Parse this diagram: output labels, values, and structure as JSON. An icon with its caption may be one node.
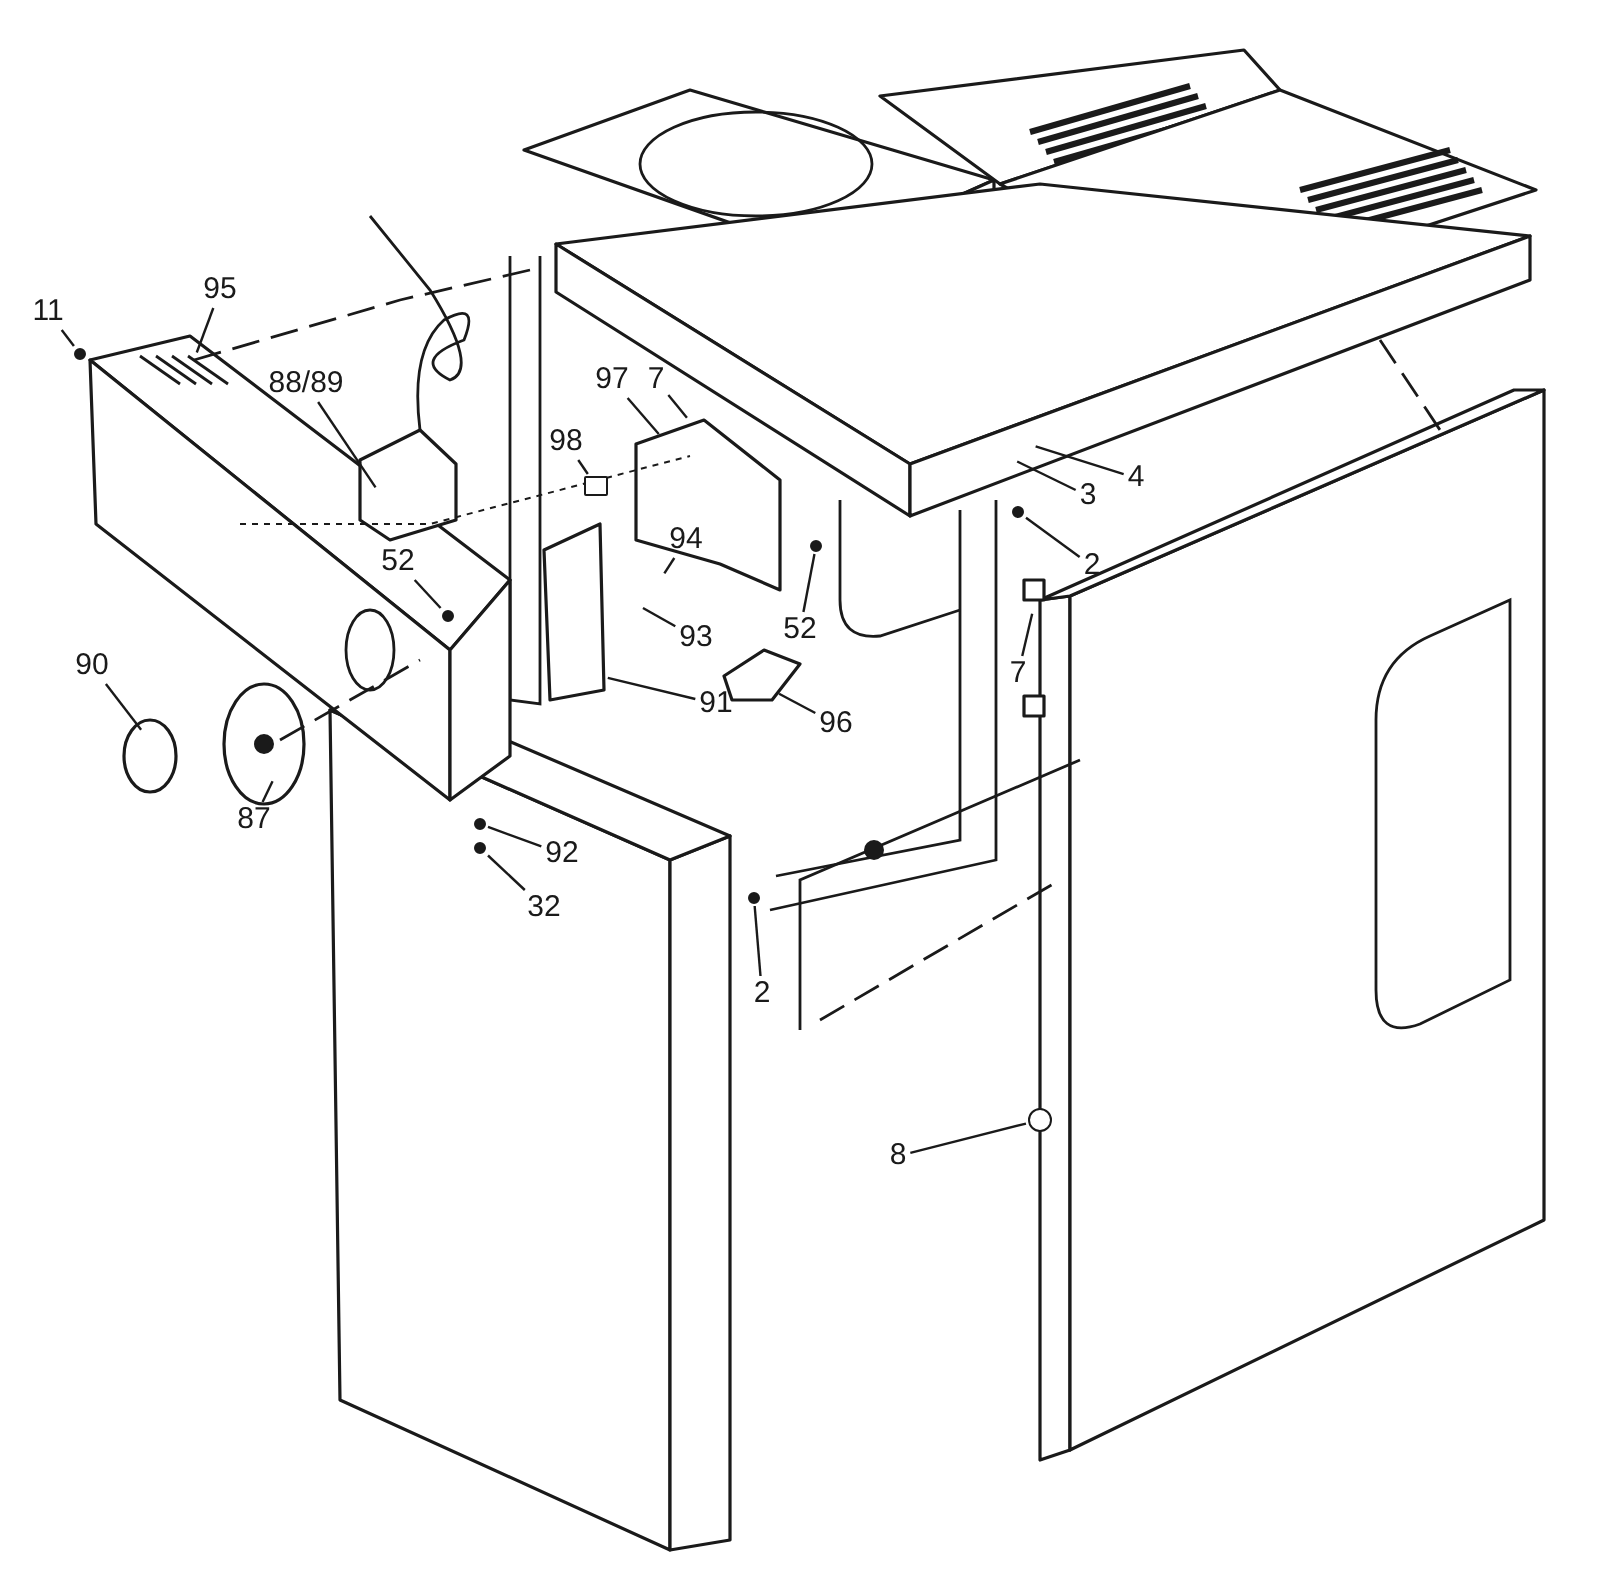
{
  "diagram": {
    "nodes": [
      {
        "text": [
          "11"
        ]
      },
      {
        "text": [
          "95"
        ]
      },
      {
        "text": [
          "88/89"
        ]
      },
      {
        "text": [
          "97"
        ]
      },
      {
        "text": [
          "7"
        ]
      },
      {
        "text": [
          "98"
        ]
      },
      {
        "text": [
          "94"
        ]
      },
      {
        "text": [
          "52"
        ]
      },
      {
        "text": [
          "52"
        ]
      },
      {
        "text": [
          "93"
        ]
      },
      {
        "text": [
          "91"
        ]
      },
      {
        "text": [
          "96"
        ]
      },
      {
        "text": [
          "90"
        ]
      },
      {
        "text": [
          "87"
        ]
      },
      {
        "text": [
          "92"
        ]
      },
      {
        "text": [
          "32"
        ]
      },
      {
        "text": [
          "4"
        ]
      },
      {
        "text": [
          "3"
        ]
      },
      {
        "text": [
          "2"
        ]
      },
      {
        "text": [
          "7"
        ]
      },
      {
        "text": [
          "2"
        ]
      },
      {
        "text": [
          "8"
        ]
      },
      {
        "text": [],
        "shape": "circle"
      },
      {
        "text": [],
        "shape": "box"
      },
      {
        "text": [],
        "shape": "circle"
      },
      {
        "text": [],
        "shape": "circle"
      },
      {
        "text": [],
        "shape": "circle"
      },
      {
        "text": [],
        "shape": "circle"
      },
      {
        "text": [],
        "shape": "circle"
      },
      {
        "text": [],
        "shape": "circle"
      },
      {
        "text": [],
        "shape": "circle"
      }
    ],
    "edges": [
      {
        "from": 0,
        "to": 22,
        "arrow": "none"
      },
      {
        "from": 1,
        "to": null,
        "arrow": "none"
      },
      {
        "from": 2,
        "to": null,
        "arrow": "none"
      },
      {
        "from": 3,
        "to": null,
        "arrow": "none"
      },
      {
        "from": 4,
        "to": null,
        "arrow": "none"
      },
      {
        "from": 5,
        "to": 23,
        "arrow": "none"
      },
      {
        "from": 6,
        "to": null,
        "arrow": "none"
      },
      {
        "from": 7,
        "to": 24,
        "arrow": "none"
      },
      {
        "from": 8,
        "to": 25,
        "arrow": "none"
      },
      {
        "from": 9,
        "to": null,
        "arrow": "none"
      },
      {
        "from": 10,
        "to": null,
        "arrow": "none"
      },
      {
        "from": 11,
        "to": null,
        "arrow": "none"
      },
      {
        "from": 12,
        "to": null,
        "arrow": "none"
      },
      {
        "from": 13,
        "to": null,
        "arrow": "none"
      },
      {
        "from": 14,
        "to": 26,
        "arrow": "none"
      },
      {
        "from": 15,
        "to": 27,
        "arrow": "none"
      },
      {
        "from": 16,
        "to": null,
        "arrow": "none"
      },
      {
        "from": 17,
        "to": null,
        "arrow": "none"
      },
      {
        "from": 18,
        "to": 28,
        "arrow": "none"
      },
      {
        "from": 19,
        "to": null,
        "arrow": "none"
      },
      {
        "from": 20,
        "to": 29,
        "arrow": "none"
      },
      {
        "from": 21,
        "to": 30,
        "arrow": "none"
      }
    ]
  }
}
